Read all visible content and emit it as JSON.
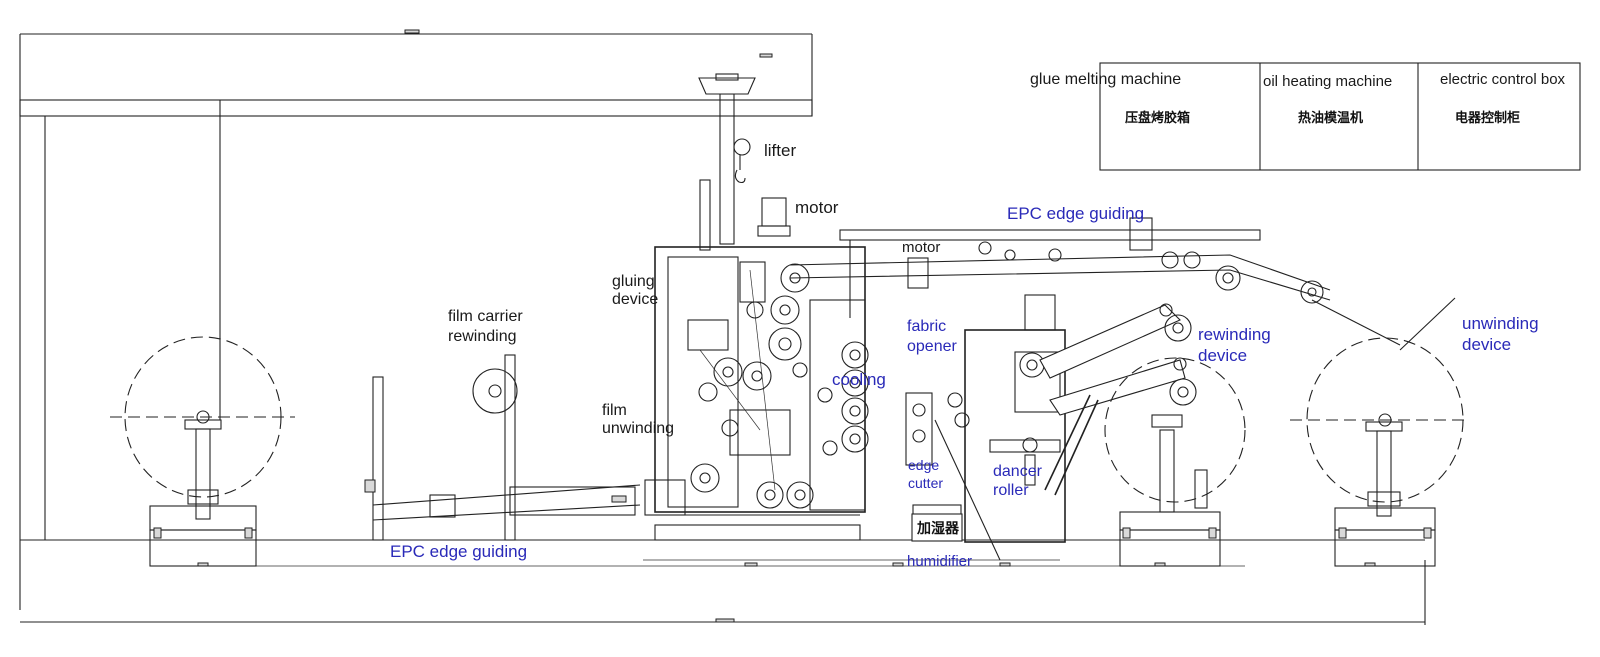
{
  "diagram": {
    "table": {
      "headers": [
        "glue melting machine",
        "oil heating machine",
        "electric control box"
      ],
      "chinese": [
        "压盘烤胶箱",
        "热油模温机",
        "电器控制柜"
      ]
    },
    "labels": {
      "lifter": "lifter",
      "motor_top": "motor",
      "motor_mid": "motor",
      "epc_top": "EPC edge guiding",
      "epc_bottom": "EPC edge guiding",
      "gluing_device": "gluing\ndevice",
      "film_carrier_rewinding": "film carrier\nrewinding",
      "film_unwinding": "film\nunwinding",
      "fabric_opener": "fabric\nopener",
      "cooling": "cooling",
      "edge_cutter": "edge\ncutter",
      "dancer_roller": "dancer\nroller",
      "rewinding_device": "rewinding\ndevice",
      "unwinding_device": "unwinding\ndevice",
      "humidifier": "humidifier",
      "humidifier_box": "加湿器"
    },
    "colors": {
      "line": "#222222",
      "label_blue": "#2a2ab8",
      "label_black": "#1a1a1a"
    }
  }
}
